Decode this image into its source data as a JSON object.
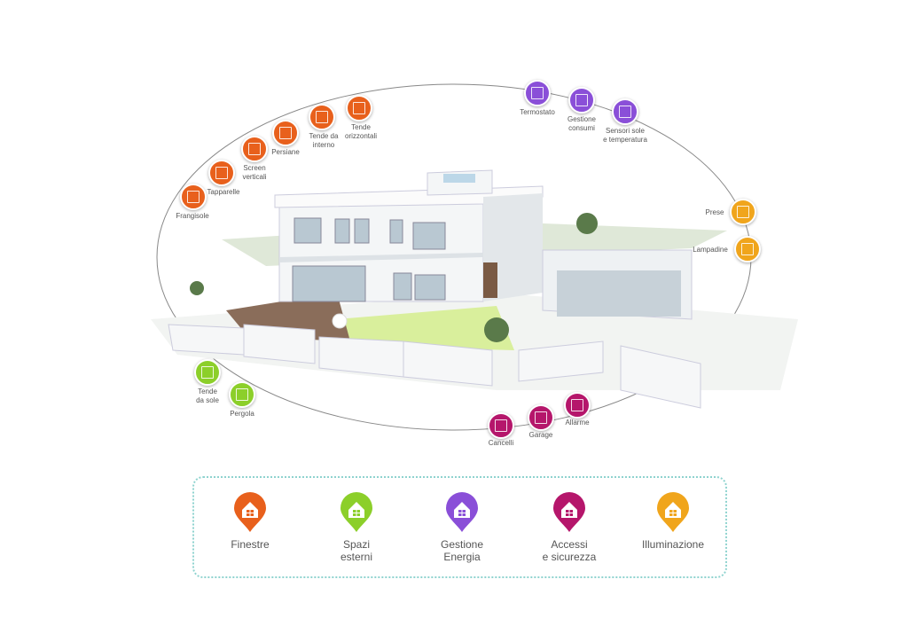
{
  "colors": {
    "finestre": "#e8601c",
    "spazi": "#8ccf2a",
    "energia": "#8a4fd8",
    "accessi": "#b5166b",
    "illuminazione": "#f0a51c"
  },
  "nodes": [
    {
      "label": "Frangisole",
      "group": "finestre",
      "icon": "louver-icon"
    },
    {
      "label": "Tapparelle",
      "group": "finestre",
      "icon": "roller-shutter-icon"
    },
    {
      "label": "Screen\nverticali",
      "group": "finestre",
      "icon": "screen-icon"
    },
    {
      "label": "Persiane",
      "group": "finestre",
      "icon": "shutters-icon"
    },
    {
      "label": "Tende da\ninterno",
      "group": "finestre",
      "icon": "blind-icon"
    },
    {
      "label": "Tende\norizzontali",
      "group": "finestre",
      "icon": "curtain-icon"
    },
    {
      "label": "Termostato",
      "group": "energia",
      "icon": "thermometer-icon"
    },
    {
      "label": "Gestione\nconsumi",
      "group": "energia",
      "icon": "bar-chart-icon"
    },
    {
      "label": "Sensori sole\ne temperatura",
      "group": "energia",
      "icon": "sun-icon"
    },
    {
      "label": "Prese",
      "group": "illuminazione",
      "icon": "socket-icon"
    },
    {
      "label": "Lampadine",
      "group": "illuminazione",
      "icon": "bulb-icon"
    },
    {
      "label": "Tende\nda sole",
      "group": "spazi",
      "icon": "awning-icon"
    },
    {
      "label": "Pergola",
      "group": "spazi",
      "icon": "pergola-icon"
    },
    {
      "label": "Cancelli",
      "group": "accessi",
      "icon": "gate-icon"
    },
    {
      "label": "Garage",
      "group": "accessi",
      "icon": "garage-icon"
    },
    {
      "label": "Allarme",
      "group": "accessi",
      "icon": "speaker-icon"
    }
  ],
  "legend": [
    {
      "label": "Finestre",
      "group": "finestre"
    },
    {
      "label": "Spazi\nesterni",
      "group": "spazi"
    },
    {
      "label": "Gestione\nEnergia",
      "group": "energia"
    },
    {
      "label": "Accessi\ne sicurezza",
      "group": "accessi"
    },
    {
      "label": "Illuminazione",
      "group": "illuminazione"
    }
  ]
}
